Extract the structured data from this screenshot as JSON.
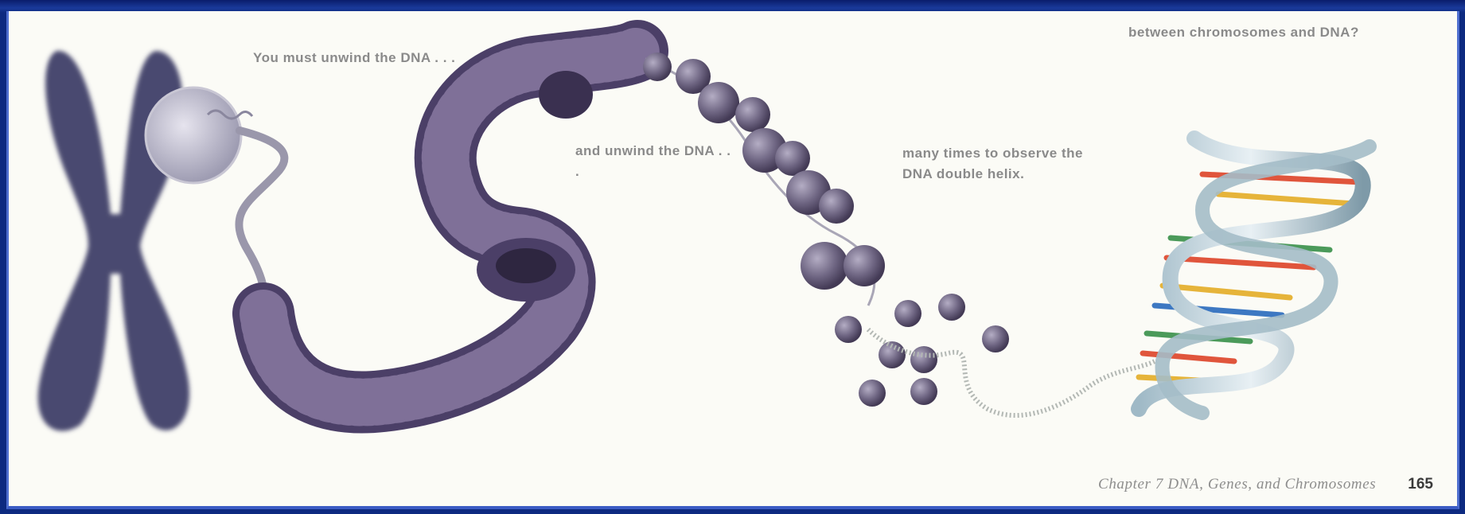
{
  "captions": {
    "unwind_1": "You must unwind the DNA . . .",
    "unwind_2": "and unwind the DNA . . .",
    "many_times": "many times to observe the DNA double helix.",
    "question": "between chromosomes and DNA?"
  },
  "footer": {
    "chapter": "Chapter 7  DNA, Genes, and Chromosomes",
    "page_number": "165"
  },
  "illustration": {
    "chromosome_color": "#4a4870",
    "coil_color": "#5c4f7a",
    "nucleosome_color": "#6e6582",
    "helix_backbone_color": "#8eaab8",
    "base_pair_colors": [
      "#e0553c",
      "#e6b43a",
      "#4b9a5a",
      "#3d78c2"
    ]
  }
}
